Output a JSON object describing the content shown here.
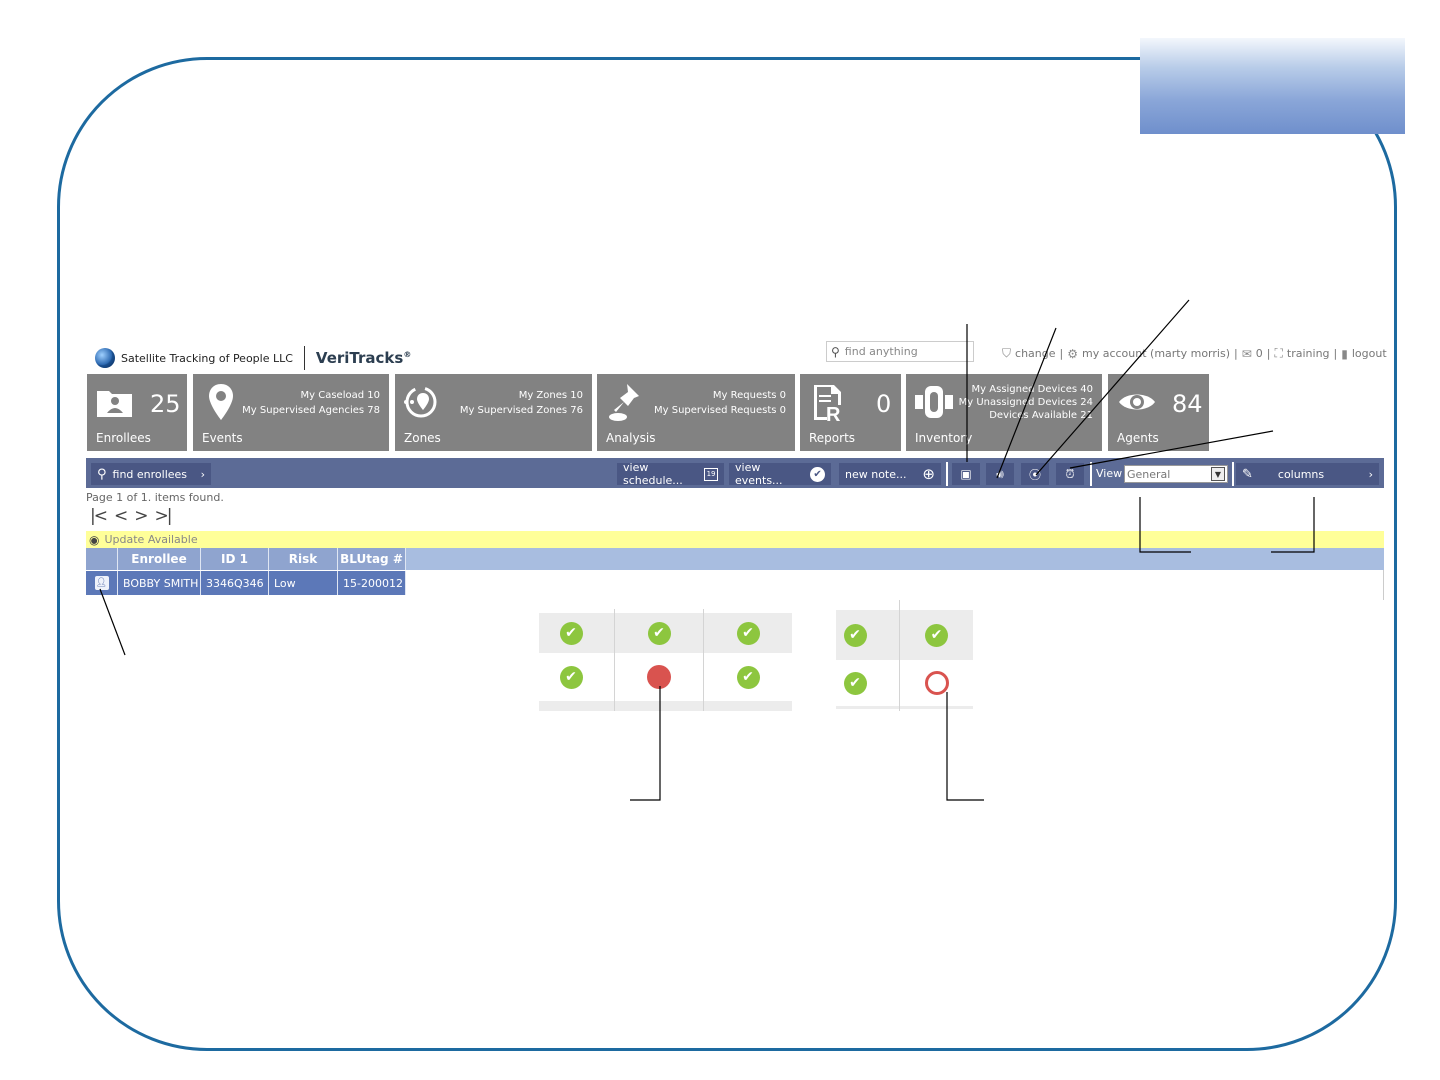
{
  "header": {
    "company": "Satellite Tracking of People LLC",
    "product": "VeriTracks",
    "product_mark": "®",
    "search_placeholder": "find anything",
    "nav": {
      "change": "change",
      "my_account": "my account (marty morris)",
      "messages_count": "0",
      "training": "training",
      "logout": "logout"
    }
  },
  "tiles": {
    "enrollees": {
      "label": "Enrollees",
      "count": "25"
    },
    "events": {
      "label": "Events",
      "line1": "My Caseload 10",
      "line2": "My Supervised Agencies 78"
    },
    "zones": {
      "label": "Zones",
      "line1": "My Zones 10",
      "line2": "My Supervised Zones 76"
    },
    "analysis": {
      "label": "Analysis",
      "line1": "My Requests 0",
      "line2": "My Supervised Requests 0"
    },
    "reports": {
      "label": "Reports",
      "count": "0"
    },
    "inventory": {
      "label": "Inventory",
      "line1": "My Assigned Devices 40",
      "line2": "My Unassigned Devices 24",
      "line3": "Devices Available 21"
    },
    "agents": {
      "label": "Agents",
      "count": "84"
    }
  },
  "toolbar": {
    "find_enrollees": "find enrollees",
    "view_schedule": "view schedule...",
    "view_events": "view events...",
    "new_note": "new note...",
    "view_label": "View",
    "view_value": "General",
    "columns": "columns"
  },
  "list": {
    "page_info": "Page 1 of 1. items found.",
    "update_text": "Update Available",
    "columns": [
      "Enrollee",
      "ID 1",
      "Risk",
      "BLUtag #"
    ],
    "rows": [
      {
        "enrollee": "BOBBY SMITH",
        "id1": "3346Q346",
        "risk": "Low",
        "blutag": "15-200012"
      }
    ]
  },
  "colors": {
    "frame": "#1d6aa0",
    "tile": "#828282",
    "toolbar": "#5c6b96",
    "header_row": "#8fa4cf",
    "data_row": "#5c78b8",
    "update_bar": "#ffff99",
    "ok": "#8dc63f",
    "alert": "#d9534f"
  },
  "status_grids": {
    "left": [
      [
        "ok",
        "ok",
        "ok"
      ],
      [
        "ok",
        "alert",
        "ok"
      ]
    ],
    "right": [
      [
        "ok",
        "ok"
      ],
      [
        "ok",
        "alert-open"
      ]
    ]
  }
}
